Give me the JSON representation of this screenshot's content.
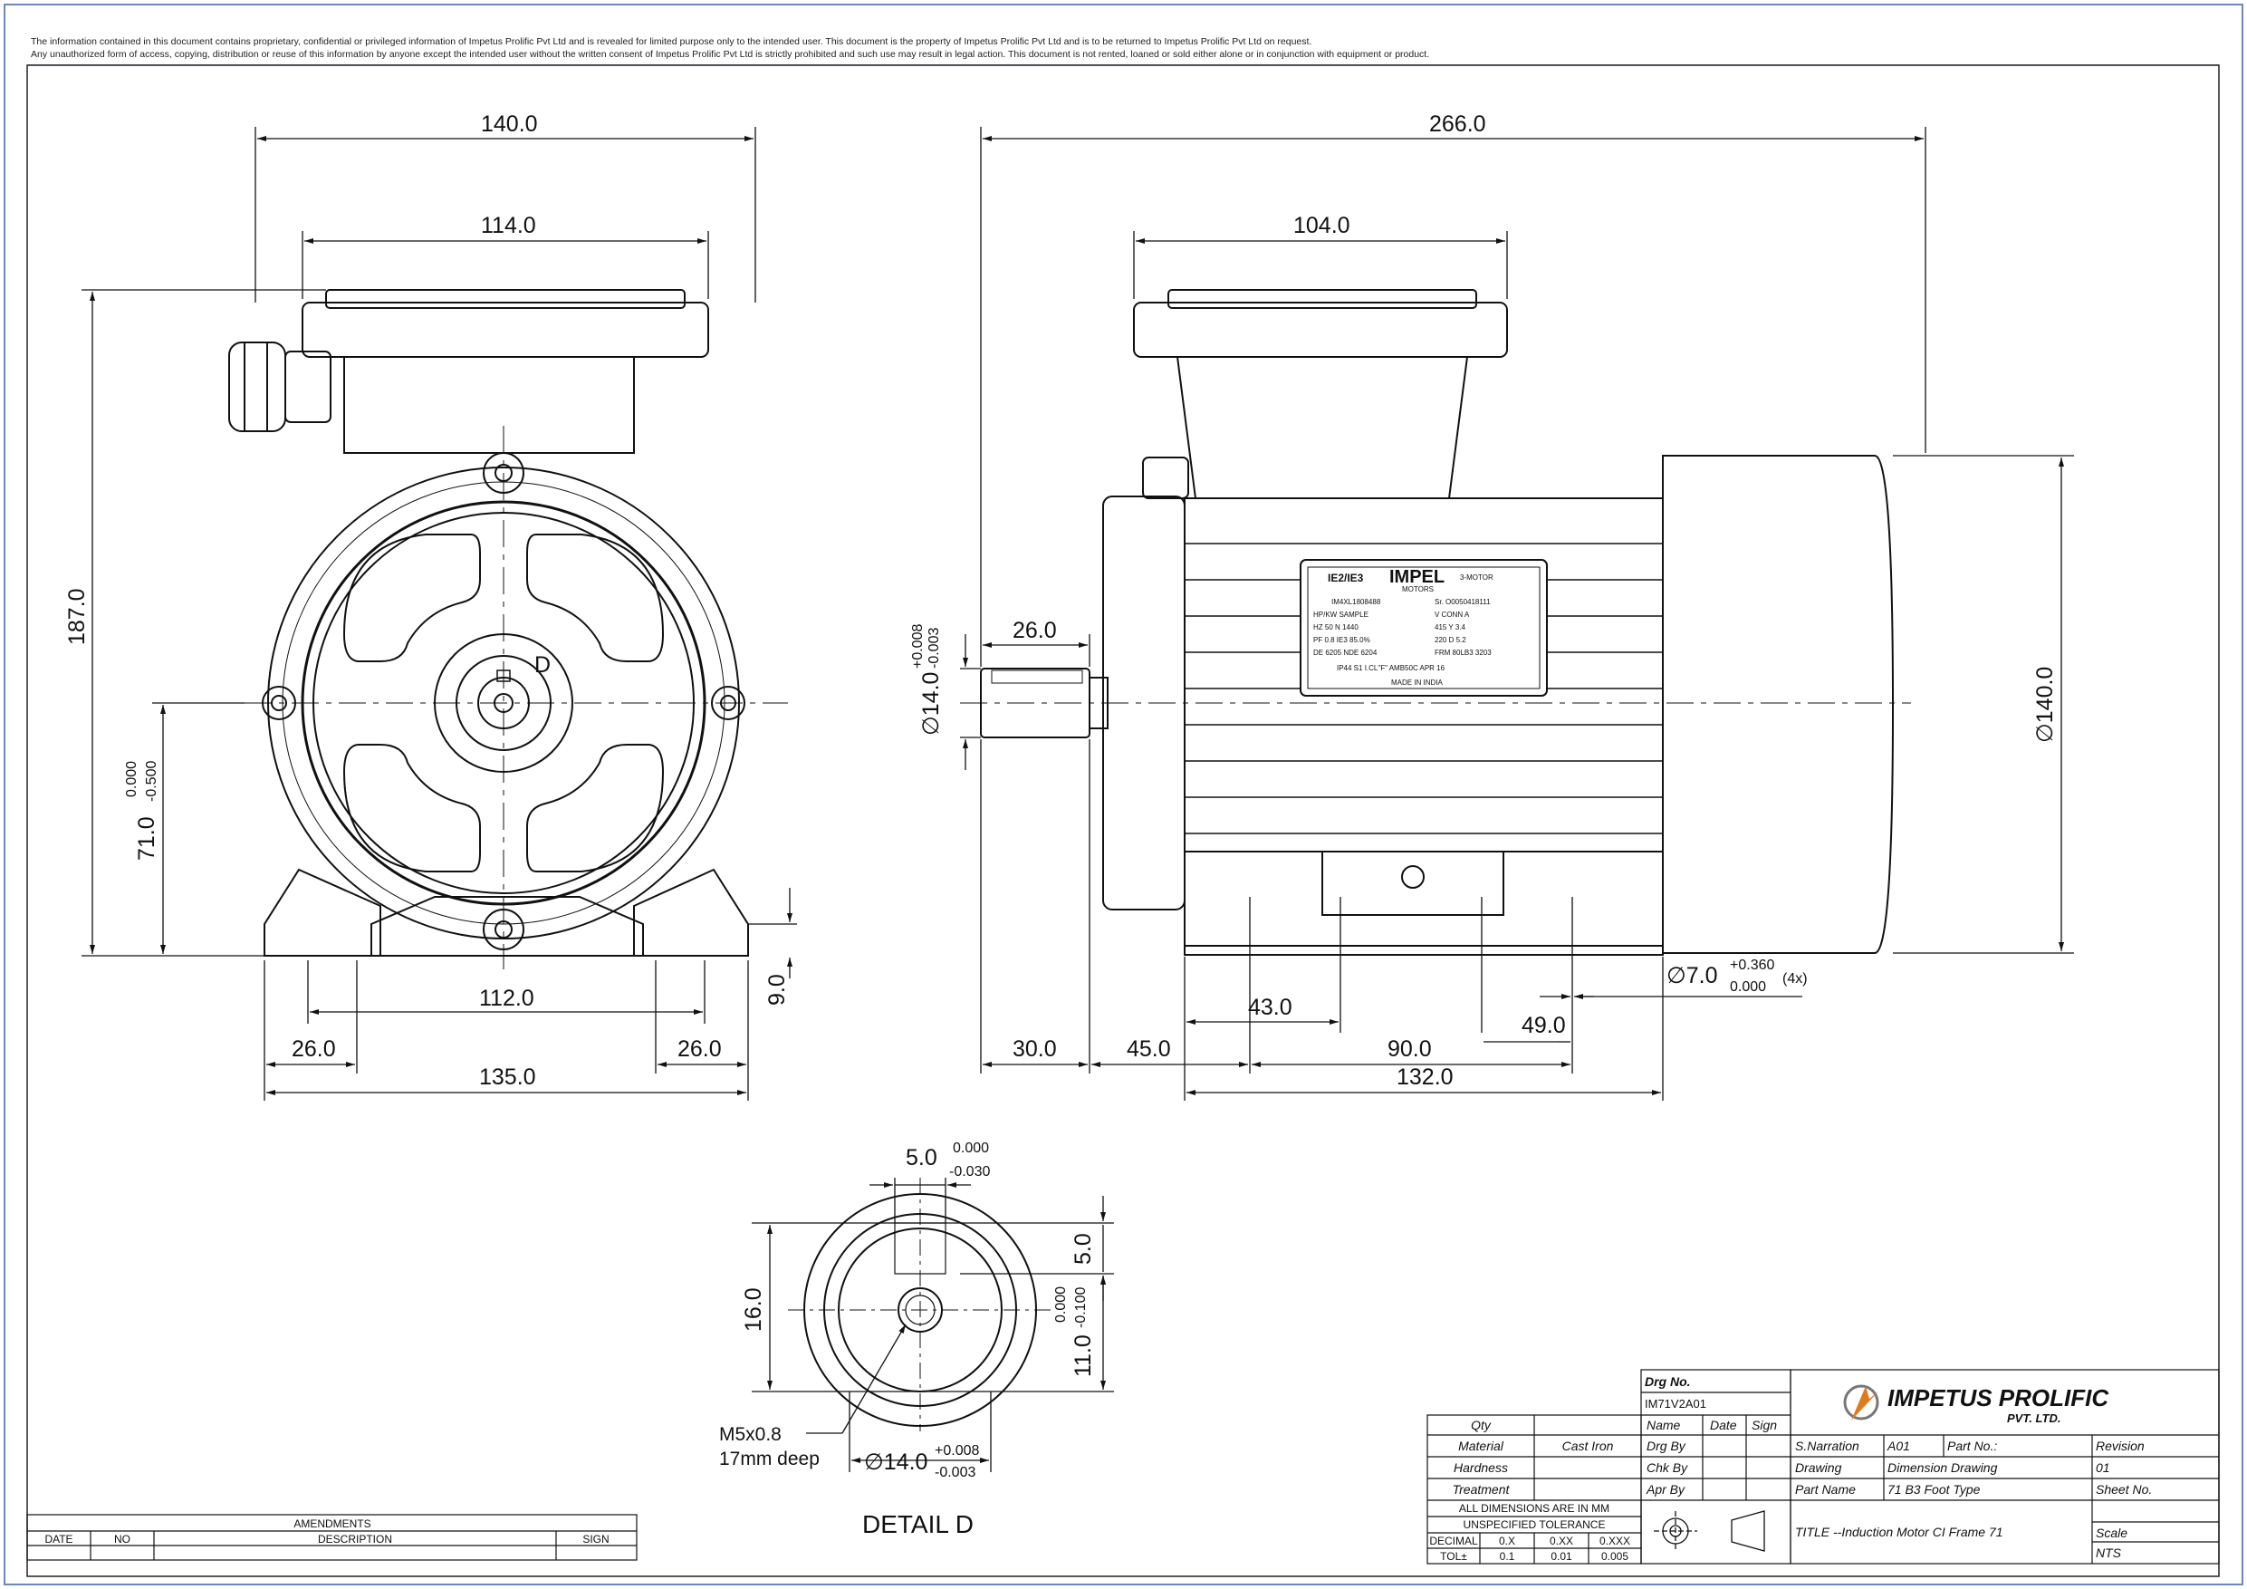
{
  "disclaimer": {
    "line1": "The information contained in this document contains proprietary, confidential or privileged information of Impetus Prolific Pvt Ltd and is revealed for limited purpose only to the intended user.  This document is the property of Impetus Prolific Pvt Ltd and is to be returned to Impetus Prolific Pvt Ltd on request.",
    "line2": "Any unauthorized form of access, copying, distribution or reuse of this information by anyone except the intended user without the written consent of Impetus Prolific Pvt Ltd  is strictly prohibited and such use may result in legal action. This document is not rented, loaned or sold either alone or in conjunction with equipment or product."
  },
  "front_view": {
    "dims": {
      "overall_width": "140.0",
      "box_width": "114.0",
      "height": "187.0",
      "shaft_height": "71.0",
      "shaft_height_tol_upper": "0.000",
      "shaft_height_tol_lower": "-0.500",
      "foot_center": "112.0",
      "foot_left": "26.0",
      "foot_right": "26.0",
      "foot_overall": "135.0",
      "foot_thickness": "9.0"
    },
    "detail_marker": "D"
  },
  "side_view": {
    "dims": {
      "overall_length": "266.0",
      "box_length": "104.0",
      "shaft_length": "26.0",
      "shaft_dia": "∅14.0",
      "shaft_tol_upper": "+0.008",
      "shaft_tol_lower": "-0.003",
      "body_dia": "∅140.0",
      "hole_dia": "∅7.0",
      "hole_tol_upper": "+0.360",
      "hole_tol_lower": "0.000",
      "hole_count": "(4x)",
      "foot_43": "43.0",
      "foot_90": "90.0",
      "foot_49": "49.0",
      "shaft_30": "30.0",
      "shaft_45": "45.0",
      "base_132": "132.0"
    },
    "nameplate": {
      "series": "IE2/IE3",
      "brand": "IMPEL",
      "brand_sub": "MOTORS",
      "type": "3-MOTOR",
      "serial": "IM4XL1808488",
      "sr": "Sr. O0050418111",
      "row1": "HP/KW   SAMPLE",
      "row1b": "V      CONN      A",
      "row2": "HZ  50    N  1440",
      "row2b": "415      Y      3.4",
      "row3": "PF  0.8   IE3  85.0%",
      "row3b": "220      D      5.2",
      "row4": "DE 6205  NDE 6204",
      "row4b": "FRM  80LB3  3203",
      "row5": "IP44  S1  I.CL\"F\"  AMB50C  APR 16",
      "made": "MADE IN INDIA"
    }
  },
  "detail": {
    "title": "DETAIL D",
    "key_width": "5.0",
    "key_tol_upper": "0.000",
    "key_tol_lower": "-0.030",
    "key_depth": "5.0",
    "height_16": "16.0",
    "height_11": "11.0",
    "height_11_tol_upper": "0.000",
    "height_11_tol_lower": "-0.100",
    "thread": "M5x0.8",
    "thread_depth": "17mm deep",
    "shaft_dia": "∅14.0",
    "shaft_tol_upper": "+0.008",
    "shaft_tol_lower": "-0.003"
  },
  "amendments": {
    "title": "AMENDMENTS",
    "headers": [
      "DATE",
      "NO",
      "DESCRIPTION",
      "SIGN"
    ]
  },
  "title_block": {
    "drg_no_label": "Drg No.",
    "drg_no": "IM71V2A01",
    "name_label": "Name",
    "date_label": "Date",
    "sign_label": "Sign",
    "qty_label": "Qty",
    "material_label": "Material",
    "material": "Cast Iron",
    "hardness_label": "Hardness",
    "treatment_label": "Treatment",
    "drg_by": "Drg By",
    "chk_by": "Chk By",
    "apr_by": "Apr By",
    "all_dims": "ALL DIMENSIONS ARE IN MM",
    "unspecified": "UNSPECIFIED TOLERANCE",
    "decimal_label": "DECIMAL",
    "tol_label": "TOL±",
    "decimals": [
      "0.X",
      "0.XX",
      "0.XXX"
    ],
    "tols": [
      "0.1",
      "0.01",
      "0.005"
    ],
    "company": "IMPETUS PROLIFIC",
    "company_sub": "PVT. LTD.",
    "s_narration_label": "S.Narration",
    "s_narration": "A01",
    "part_no_label": "Part No.:",
    "revision_label": "Revision",
    "revision": "01",
    "drawing_label": "Drawing",
    "drawing": "Dimension Drawing",
    "sheet_no_label": "Sheet No.",
    "part_name_label": "Part Name",
    "part_name": "71 B3 Foot Type",
    "title_text": "TITLE --Induction Motor CI Frame 71",
    "scale_label": "Scale",
    "scale": "NTS"
  }
}
